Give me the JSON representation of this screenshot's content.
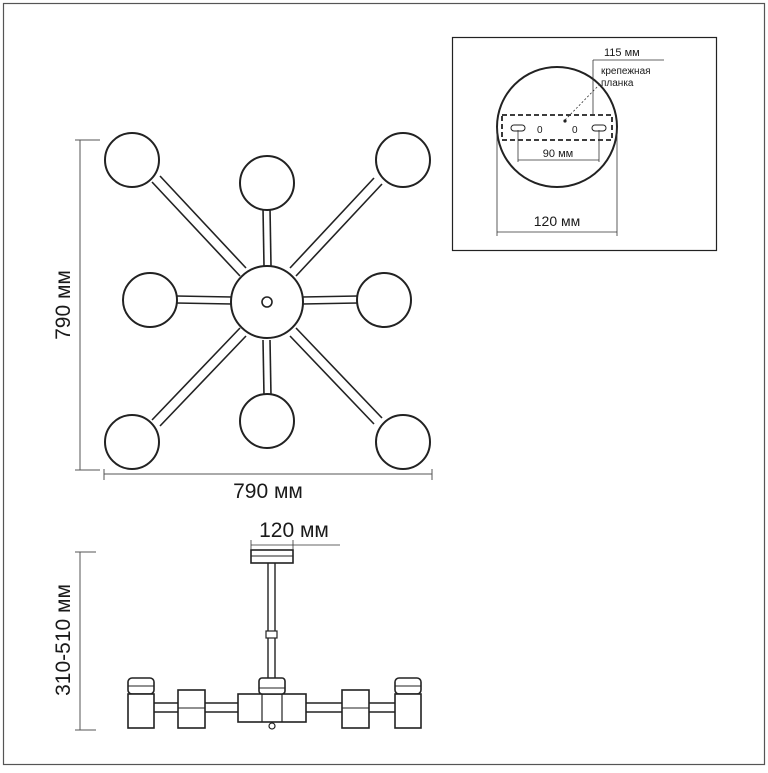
{
  "top_view": {
    "height_label": "790 мм",
    "width_label": "790 мм"
  },
  "mount_detail": {
    "plate_length_label": "115 мм",
    "plate_name_line1": "крепежная",
    "plate_name_line2": "планка",
    "hole_label_left": "0",
    "hole_label_right": "0",
    "hole_spacing_label": "90 мм",
    "canopy_diameter_label": "120 мм"
  },
  "side_view": {
    "canopy_label": "120 мм",
    "height_range_label": "310-510 мм"
  }
}
